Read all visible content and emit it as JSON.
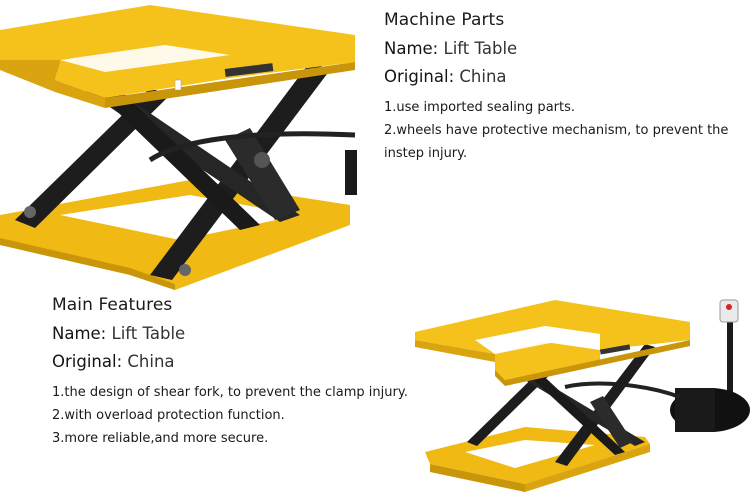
{
  "machine_parts": {
    "heading": "Machine Parts",
    "name_label": "Name:",
    "name_value": "Lift Table",
    "original_label": "Original:",
    "original_value": "China",
    "items": [
      "1.use imported sealing parts.",
      "2.wheels have protective mechanism, to prevent the instep injury."
    ]
  },
  "main_features": {
    "heading": "Main Features",
    "name_label": "Name:",
    "name_value": "Lift Table",
    "original_label": "Original:",
    "original_value": "China",
    "items": [
      "1.the design of shear fork, to prevent the clamp injury.",
      "2.with overload protection function.",
      "3.more reliable,and more secure."
    ]
  },
  "colors": {
    "table_yellow": "#f5c21b",
    "table_yellow_dark": "#d9a40f",
    "scissor_black": "#1c1c1c",
    "background": "#ffffff"
  }
}
